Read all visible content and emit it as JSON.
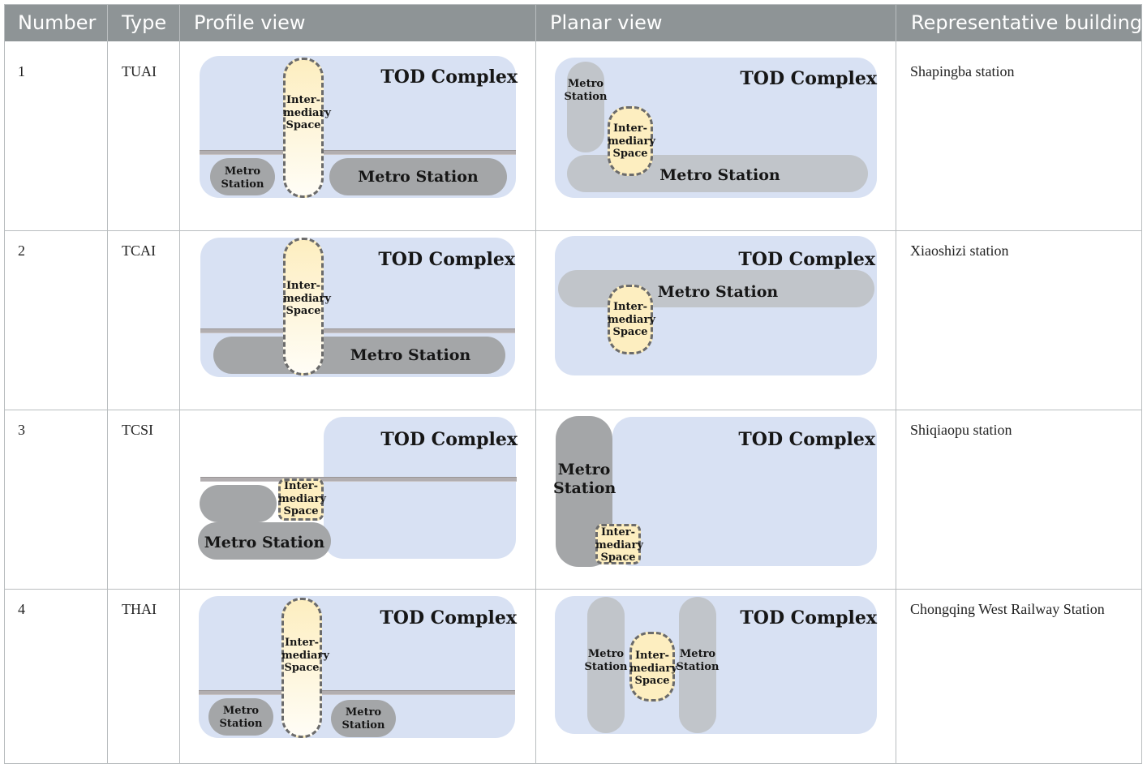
{
  "table": {
    "headers": [
      "Number",
      "Type",
      "Profile view",
      "Planar view",
      "Representative building"
    ],
    "rows": [
      {
        "number": "1",
        "type": "TUAI",
        "building": "Shapingba station"
      },
      {
        "number": "2",
        "type": "TCAI",
        "building": "Xiaoshizi station"
      },
      {
        "number": "3",
        "type": "TCSI",
        "building": "Shiqiaopu station"
      },
      {
        "number": "4",
        "type": "THAI",
        "building": "Chongqing West Railway Station"
      }
    ]
  },
  "diagram": {
    "tod_complex": "TOD Complex",
    "metro_station": "Metro Station",
    "metro_station_stacked": "Metro\nStation",
    "intermediary_space": "Inter-\nmediary\nSpace"
  },
  "colors": {
    "header_bg": "#8e9496",
    "complex_fill": "#d8e1f3",
    "station_fill": "#a4a6a8",
    "station_fill_light": "#c1c5ca",
    "intermediary_fill": "#fdeec0"
  }
}
